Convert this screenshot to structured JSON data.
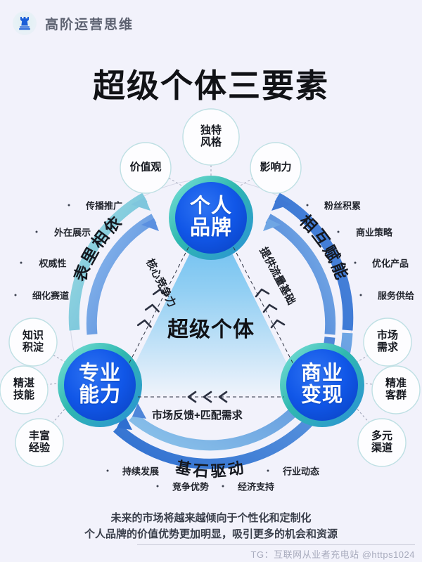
{
  "header": {
    "logo_icon": "chess-rook-icon",
    "title": "高阶运营思维"
  },
  "page_title": "超级个体三要素",
  "center": {
    "label": "超级个体"
  },
  "colors": {
    "background": "#f2f2fb",
    "node_blue": "#1157e8",
    "node_ring_teal": "#2fb8b0",
    "arc_light": "#8fd4dd",
    "arc_blue": "#5a8fe0",
    "arc_strong": "#2f6fd0",
    "triangle": "#6fc0ef",
    "title_black": "#111216"
  },
  "nodes": [
    {
      "id": "personal-brand",
      "label_line1": "个人",
      "label_line2": "品牌",
      "bubbles": [
        {
          "id": "unique-style",
          "line1": "独特",
          "line2": "风格"
        },
        {
          "id": "values",
          "line1": "价值观",
          "line2": ""
        },
        {
          "id": "influence",
          "line1": "影响力",
          "line2": ""
        }
      ]
    },
    {
      "id": "professional-ability",
      "label_line1": "专业",
      "label_line2": "能力",
      "bubbles": [
        {
          "id": "knowledge",
          "line1": "知识",
          "line2": "积淀"
        },
        {
          "id": "skills",
          "line1": "精湛",
          "line2": "技能"
        },
        {
          "id": "experience",
          "line1": "丰富",
          "line2": "经验"
        }
      ]
    },
    {
      "id": "commercial-monetization",
      "label_line1": "商业",
      "label_line2": "变现",
      "bubbles": [
        {
          "id": "market-demand",
          "line1": "市场",
          "line2": "需求"
        },
        {
          "id": "precise-audience",
          "line1": "精准",
          "line2": "客群"
        },
        {
          "id": "multi-channel",
          "line1": "多元",
          "line2": "渠道"
        }
      ]
    }
  ],
  "arcs": [
    {
      "id": "arc-left",
      "label": "表里相依"
    },
    {
      "id": "arc-right",
      "label": "相互赋能"
    },
    {
      "id": "arc-bottom",
      "label": "基石驱动"
    }
  ],
  "edges": [
    {
      "id": "edge-left",
      "label": "核心竞争力"
    },
    {
      "id": "edge-right",
      "label": "提供流量基础"
    },
    {
      "id": "edge-bottom",
      "label": "市场反馈+匹配需求"
    }
  ],
  "outer_labels": {
    "left_top": [
      {
        "id": "spread-promotion",
        "text": "传播推广"
      },
      {
        "id": "external-display",
        "text": "外在展示"
      },
      {
        "id": "authority",
        "text": "权威性"
      },
      {
        "id": "niche-track",
        "text": "细化赛道"
      }
    ],
    "right_top": [
      {
        "id": "fan-accumulation",
        "text": "粉丝积累"
      },
      {
        "id": "business-strategy",
        "text": "商业策略"
      },
      {
        "id": "optimize-product",
        "text": "优化产品"
      },
      {
        "id": "service-supply",
        "text": "服务供给"
      }
    ],
    "bottom": [
      {
        "id": "sustained-growth",
        "text": "持续发展"
      },
      {
        "id": "competitive-advantage",
        "text": "竞争优势"
      },
      {
        "id": "economic-support",
        "text": "经济支持"
      },
      {
        "id": "industry-trends",
        "text": "行业动态"
      }
    ]
  },
  "footer": {
    "line1": "未来的市场将越来越倾向于个性化和定制化",
    "line2": "个人品牌的价值优势更加明显，吸引更多的机会和资源"
  },
  "watermark": "TG：互联网从业者充电站 @https1024"
}
